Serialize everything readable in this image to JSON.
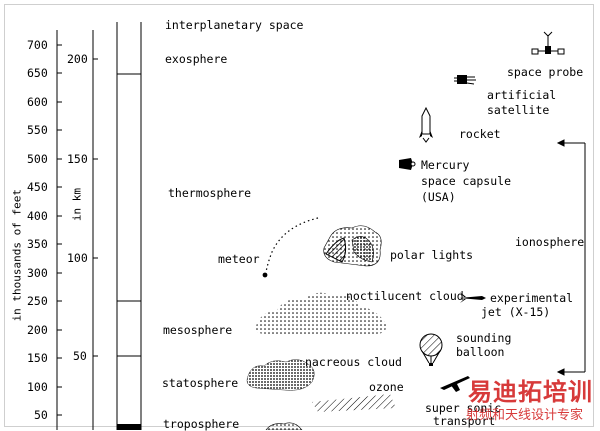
{
  "axis_feet": {
    "label": "in thousands of feet",
    "ticks": [
      "700",
      "650",
      "600",
      "550",
      "500",
      "450",
      "400",
      "350",
      "300",
      "250",
      "200",
      "150",
      "100",
      "50"
    ]
  },
  "axis_km": {
    "label": "in km",
    "ticks": [
      "200",
      "150",
      "100",
      "50"
    ]
  },
  "layers": {
    "interplanetary": "interplanetary space",
    "exosphere": "exosphere",
    "thermosphere": "thermosphere",
    "mesosphere": "mesosphere",
    "statosphere": "statosphere",
    "troposphere": "troposphere",
    "ionosphere": "ionosphere"
  },
  "objects": {
    "space_probe": "space probe",
    "artificial_satellite_1": "artificial",
    "artificial_satellite_2": "satellite",
    "rocket": "rocket",
    "mercury_1": "Mercury",
    "mercury_2": "space capsule",
    "mercury_3": "(USA)",
    "meteor": "meteor",
    "polar_lights": "polar lights",
    "noctilucent": "noctilucent cloud",
    "experimental_1": "experimental",
    "experimental_2": "jet (X-15)",
    "nacreous": "nacreous cloud",
    "sounding_1": "sounding",
    "sounding_2": "balloon",
    "ozone": "ozone",
    "sst_1": "super sonic",
    "sst_2": "transport"
  },
  "watermark": {
    "line1": "易迪拓培训",
    "line2": "射频和天线设计专家"
  },
  "colors": {
    "watermark": "#d42a2a",
    "ink": "#000000",
    "frame": "#cfcfcf"
  }
}
